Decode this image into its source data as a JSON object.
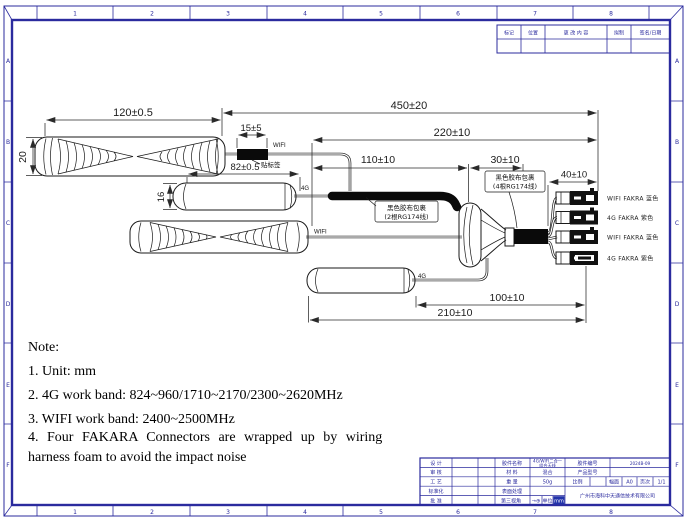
{
  "frame": {
    "top_numbers": [
      "1",
      "2",
      "3",
      "4",
      "5",
      "6",
      "7",
      "8"
    ],
    "bottom_numbers": [
      "1",
      "2",
      "3",
      "4",
      "5",
      "6",
      "7",
      "8"
    ],
    "left_letters": [
      "A",
      "B",
      "C",
      "D",
      "E",
      "F"
    ],
    "right_letters": [
      "A",
      "B",
      "C",
      "D",
      "E",
      "F"
    ]
  },
  "revision_table": {
    "c1": "标记",
    "c2": "位置",
    "c3": "更 改 内 容",
    "c4": "拟制",
    "c5": "签名/日期"
  },
  "drawing": {
    "dims": {
      "d120": "120±0.5",
      "d20": "20",
      "d450": "450±20",
      "d220": "220±10",
      "d110": "110±10",
      "d30": "30±10",
      "d40": "40±10",
      "d15": "15±5",
      "d82": "82±0.5",
      "d16": "16",
      "d100": "100±10",
      "d210": "210±10"
    },
    "labels": {
      "wifi_a": "WIFI",
      "tag": "贴标签",
      "g4_a": "4G",
      "wifi_b": "WIFI",
      "g4_b": "4G",
      "wrap2_l1": "黑色胶布包裹",
      "wrap2_l2": "(2根RG174线)",
      "wrap4_l1": "黑色胶布包裹",
      "wrap4_l2": "(4根RG174线)"
    },
    "connectors": [
      "WIFI FAKRA 蓝色",
      "4G FAKRA 紫色",
      "WIFI FAKRA 蓝色",
      "4G FAKRA 紫色"
    ]
  },
  "notes": {
    "title": "Note:",
    "items": [
      "1.  Unit: mm",
      "2.  4G work band: 824~960/1710~2170/2300~2620MHz",
      "3.  WIFI work band: 2400~2500MHz",
      "4.  Four FAKARA Connectors are wrapped up by wiring",
      "harness foam to avoid the impact noise"
    ]
  },
  "title_block": {
    "rows": [
      "设 计",
      "审 核",
      "工 艺",
      "标准化",
      "批 准"
    ],
    "part_name_label": "胶件名称",
    "part_name_1": "4G/WIFI二合一",
    "part_name_2": "组合天线",
    "material_label": "材 料",
    "material": "混合",
    "weight_label": "重 量",
    "weight": "50g",
    "surface_label": "表面处理",
    "angle_label": "第三视角",
    "angle_symbol": "→⊕",
    "unit_label": "单位",
    "unit_value": "mm",
    "part_no_label": "胶件编号",
    "part_no": "2024B-09",
    "model_label": "产品型号",
    "scale_label": "比例",
    "sheet_label": "幅面",
    "sheet": "A0",
    "page_label": "页次",
    "page": "1/1",
    "company": "广州市海科中天通信技术有限公司"
  }
}
